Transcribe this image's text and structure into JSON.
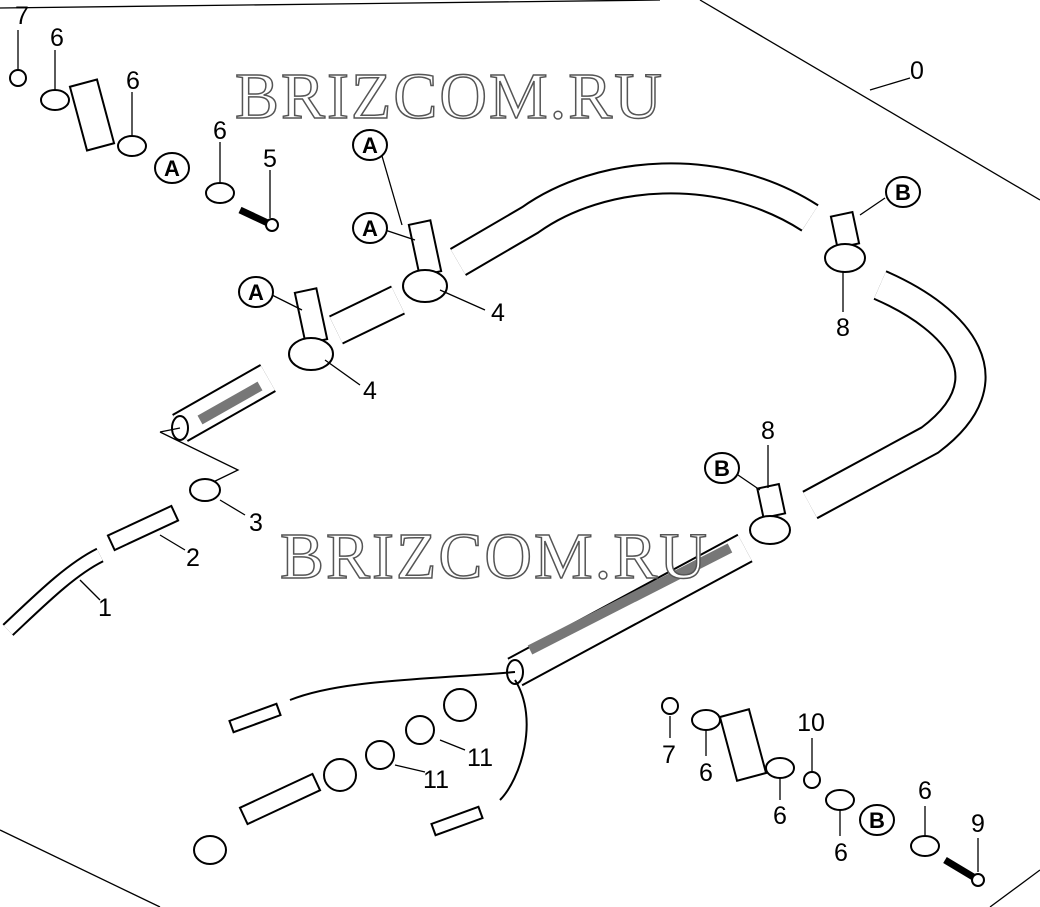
{
  "watermark": "BRIZCOM.RU",
  "callouts": {
    "c0": "0",
    "c1": "1",
    "c2": "2",
    "c3": "3",
    "c4a": "4",
    "c4b": "4",
    "c5": "5",
    "c6a": "6",
    "c6b": "6",
    "c6c": "6",
    "c6d": "6",
    "c6e": "6",
    "c6f": "6",
    "c6g": "6",
    "c7a": "7",
    "c7b": "7",
    "c8a": "8",
    "c8b": "8",
    "c9": "9",
    "c10": "10",
    "c11a": "11",
    "c11b": "11"
  },
  "references": {
    "a1": "A",
    "a2": "A",
    "a3": "A",
    "a4": "A",
    "b1": "B",
    "b2": "B",
    "b3": "B"
  }
}
